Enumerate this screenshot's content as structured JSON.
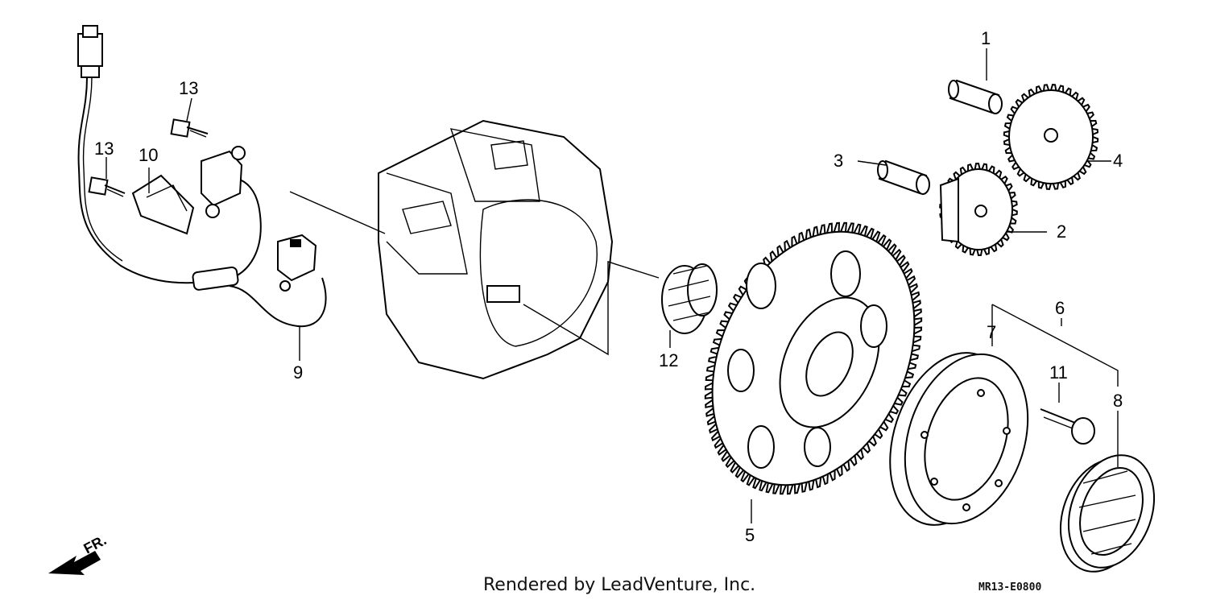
{
  "diagram": {
    "callouts": [
      {
        "id": "c1",
        "label": "1"
      },
      {
        "id": "c2",
        "label": "2"
      },
      {
        "id": "c3",
        "label": "3"
      },
      {
        "id": "c4",
        "label": "4"
      },
      {
        "id": "c5",
        "label": "5"
      },
      {
        "id": "c6",
        "label": "6"
      },
      {
        "id": "c7",
        "label": "7"
      },
      {
        "id": "c8",
        "label": "8"
      },
      {
        "id": "c9",
        "label": "9"
      },
      {
        "id": "c10",
        "label": "10"
      },
      {
        "id": "c11",
        "label": "11"
      },
      {
        "id": "c12",
        "label": "12"
      },
      {
        "id": "c13a",
        "label": "13"
      },
      {
        "id": "c13b",
        "label": "13"
      }
    ],
    "front_marker": "FR."
  },
  "footer": {
    "credit": "Rendered by LeadVenture, Inc.",
    "drawing_code": "MR13-E0800"
  }
}
